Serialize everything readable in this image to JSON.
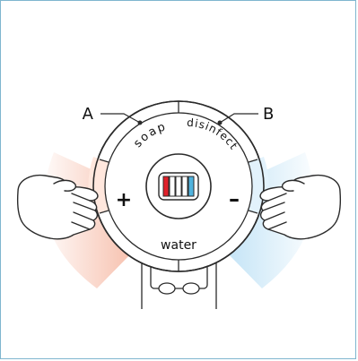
{
  "labels": {
    "callout_a": "A",
    "callout_b": "B",
    "soap": "soap",
    "disinfect": "disinfect",
    "water": "water",
    "plus": "+",
    "minus": "–"
  },
  "colors": {
    "frame_border": "#7fb6cf",
    "warm_cone": "#f3a98f",
    "cool_cone": "#a9d7f1",
    "plus_segment": "#ffe7dd",
    "minus_segment": "#e2f2fc",
    "indicator_red": "#e0202a",
    "indicator_blue": "#4fb2dd",
    "outline": "#2b2b2b"
  },
  "icons": {
    "left_hand": "left-hand-icon",
    "right_hand": "right-hand-icon"
  },
  "indicator": {
    "bars": 5
  }
}
